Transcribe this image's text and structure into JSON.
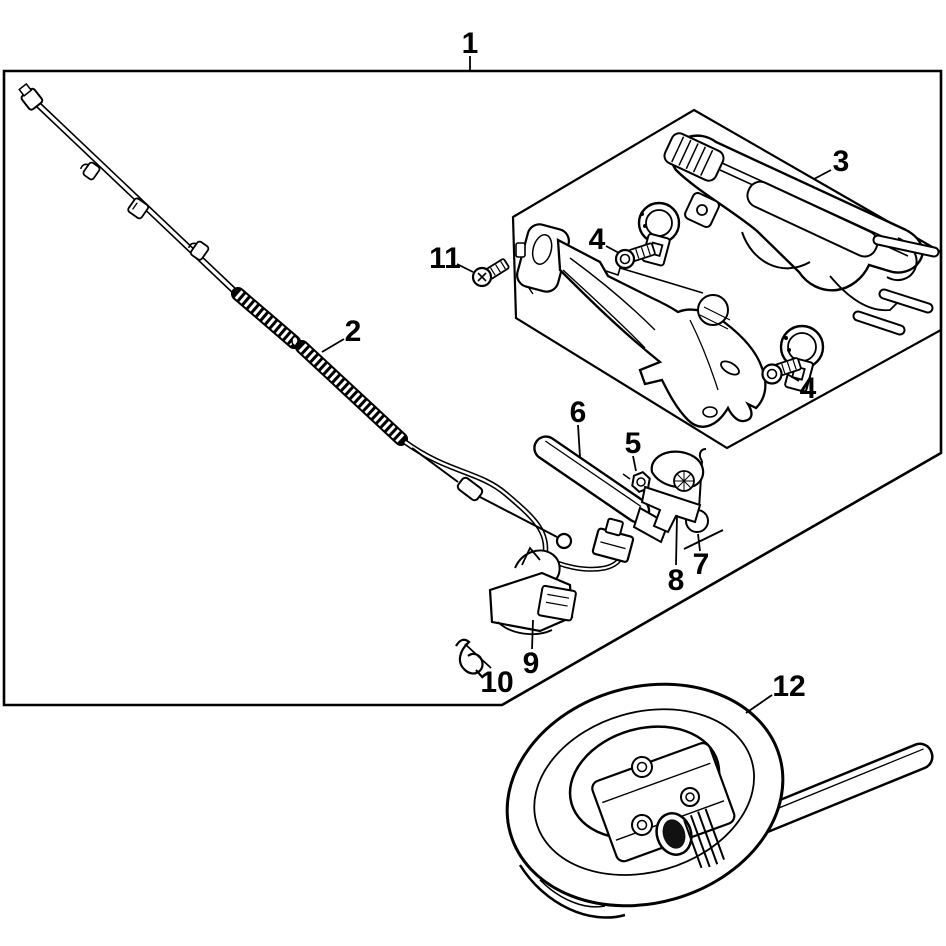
{
  "diagram": {
    "type": "exploded-parts-diagram",
    "description": "Exploded view parts diagram of a trimmer handle and throttle control assembly",
    "colors": {
      "background": "#ffffff",
      "line": "#000000",
      "label_text": "#000000"
    },
    "callouts": [
      {
        "number": "1"
      },
      {
        "number": "2"
      },
      {
        "number": "3"
      },
      {
        "number": "4"
      },
      {
        "number": "4"
      },
      {
        "number": "5"
      },
      {
        "number": "6"
      },
      {
        "number": "7"
      },
      {
        "number": "8"
      },
      {
        "number": "9"
      },
      {
        "number": "10"
      },
      {
        "number": "11"
      },
      {
        "number": "12"
      }
    ]
  }
}
